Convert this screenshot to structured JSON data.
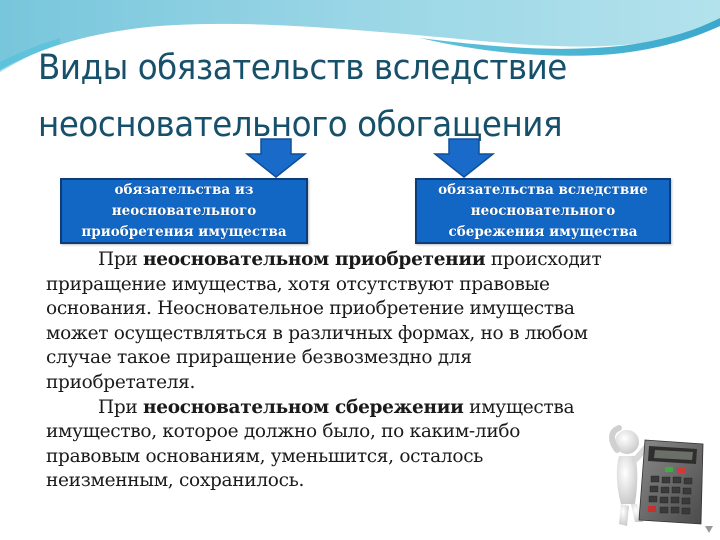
{
  "slide": {
    "title_lines": [
      "Виды обязательств вследствие",
      "неосновательного обогащения"
    ],
    "boxes": [
      {
        "lines": [
          "обязательства из",
          "неосновательного",
          "приобретения имущества"
        ]
      },
      {
        "lines": [
          "обязательства вследствие",
          "неосновательного",
          "сбережения имущества"
        ]
      }
    ],
    "paragraph1": {
      "lead": "При ",
      "bold": "неосновательном приобретении",
      "line1_rest": " происходит",
      "lines": [
        "приращение имущества, хотя отсутствуют правовые",
        "основания. Неосновательное приобретение имущества",
        "может осуществляться в различных формах, но в любом",
        "случае такое приращение безвозмездно для",
        "приобретателя."
      ]
    },
    "paragraph2": {
      "lead": "При ",
      "bold": "неосновательном сбережении",
      "line1_rest": " имущества",
      "lines": [
        "имущество, которое должно было, по каким-либо",
        "правовым основаниям, уменьшится, осталось",
        "неизменным, сохранилось."
      ]
    },
    "illustration": "person-with-calculator-icon",
    "colors": {
      "title": "#17506b",
      "box_fill": "#1266c4",
      "box_border": "#0c3d78",
      "arrow": "#1a6bc9",
      "wave_light": "#a8dde8",
      "wave_dark": "#5bb8d6",
      "text": "#1a1a1a"
    }
  }
}
